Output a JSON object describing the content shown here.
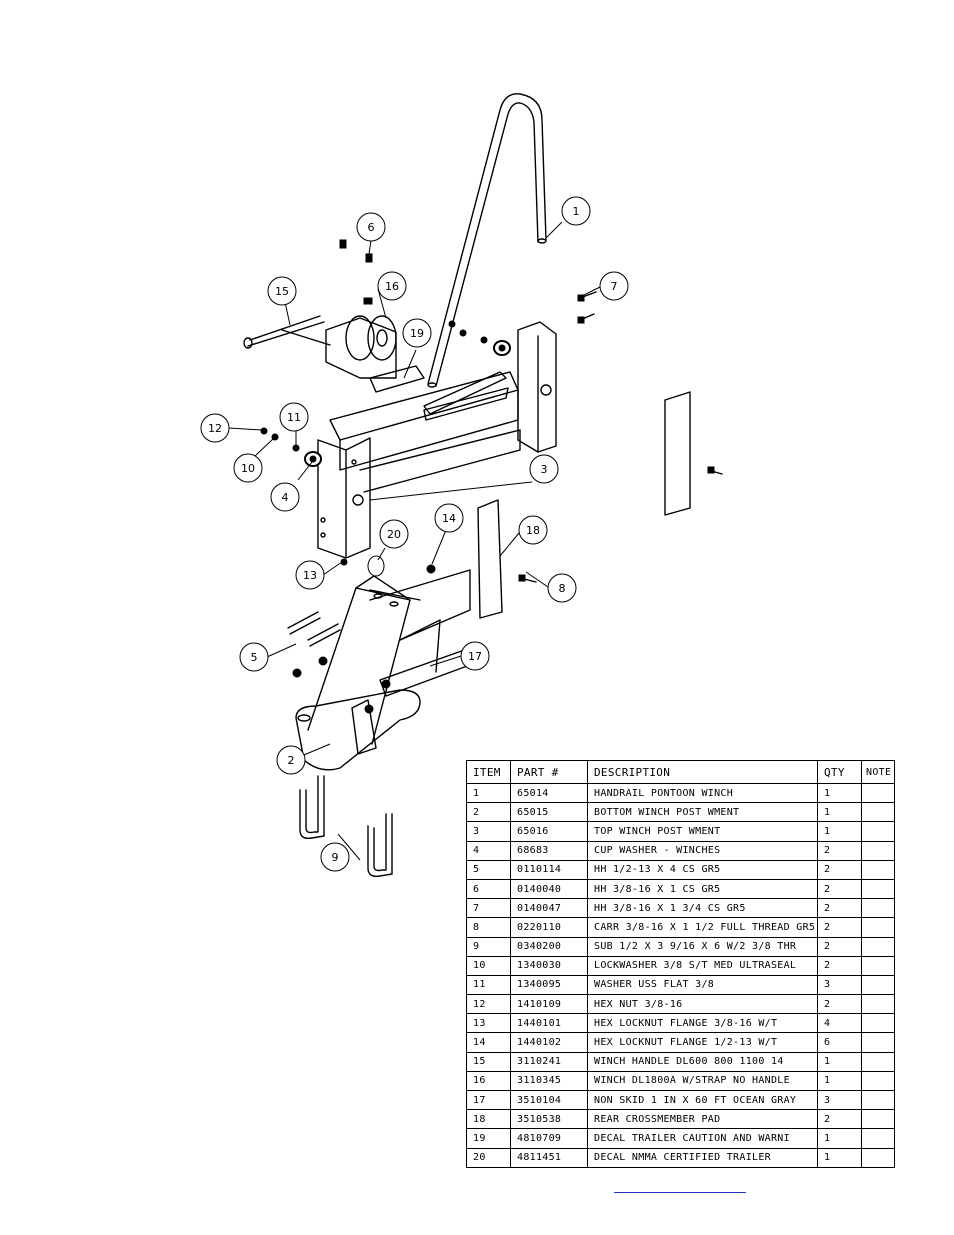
{
  "callouts": [
    "1",
    "2",
    "3",
    "4",
    "5",
    "6",
    "7",
    "8",
    "9",
    "10",
    "11",
    "12",
    "13",
    "14",
    "15",
    "16",
    "17",
    "18",
    "19",
    "20"
  ],
  "parts_table": {
    "headers": [
      "ITEM",
      "PART #",
      "DESCRIPTION",
      "QTY",
      "NOTE"
    ],
    "rows": [
      [
        "1",
        "65014",
        "HANDRAIL PONTOON WINCH",
        "1",
        ""
      ],
      [
        "2",
        "65015",
        "BOTTOM WINCH POST WMENT",
        "1",
        ""
      ],
      [
        "3",
        "65016",
        "TOP WINCH POST WMENT",
        "1",
        ""
      ],
      [
        "4",
        "68683",
        "CUP WASHER - WINCHES",
        "2",
        ""
      ],
      [
        "5",
        "0110114",
        "HH 1/2-13 X 4 CS GR5",
        "2",
        ""
      ],
      [
        "6",
        "0140040",
        "HH 3/8-16 X 1 CS GR5",
        "2",
        ""
      ],
      [
        "7",
        "0140047",
        "HH 3/8-16 X 1 3/4 CS GR5",
        "2",
        ""
      ],
      [
        "8",
        "0220110",
        "CARR 3/8-16 X 1 1/2 FULL THREAD GR5",
        "2",
        ""
      ],
      [
        "9",
        "0340200",
        "SUB 1/2 X 3 9/16 X 6 W/2 3/8 THR",
        "2",
        ""
      ],
      [
        "10",
        "1340030",
        "LOCKWASHER 3/8 S/T MED ULTRASEAL",
        "2",
        ""
      ],
      [
        "11",
        "1340095",
        "WASHER USS FLAT 3/8",
        "3",
        ""
      ],
      [
        "12",
        "1410109",
        "HEX NUT 3/8-16",
        "2",
        ""
      ],
      [
        "13",
        "1440101",
        "HEX LOCKNUT FLANGE 3/8-16 W/T",
        "4",
        ""
      ],
      [
        "14",
        "1440102",
        "HEX LOCKNUT FLANGE 1/2-13 W/T",
        "6",
        ""
      ],
      [
        "15",
        "3110241",
        "WINCH HANDLE   DL600 800 1100 14",
        "1",
        ""
      ],
      [
        "16",
        "3110345",
        "WINCH DL1800A W/STRAP  NO HANDLE",
        "1",
        ""
      ],
      [
        "17",
        "3510104",
        "NON SKID 1 IN X 60 FT OCEAN GRAY",
        "3",
        ""
      ],
      [
        "18",
        "3510538",
        "REAR CROSSMEMBER PAD",
        "2",
        ""
      ],
      [
        "19",
        "4810709",
        "DECAL TRAILER CAUTION AND WARNI",
        "1",
        ""
      ],
      [
        "20",
        "4811451",
        "DECAL NMMA CERTIFIED TRAILER",
        "1",
        ""
      ]
    ]
  }
}
